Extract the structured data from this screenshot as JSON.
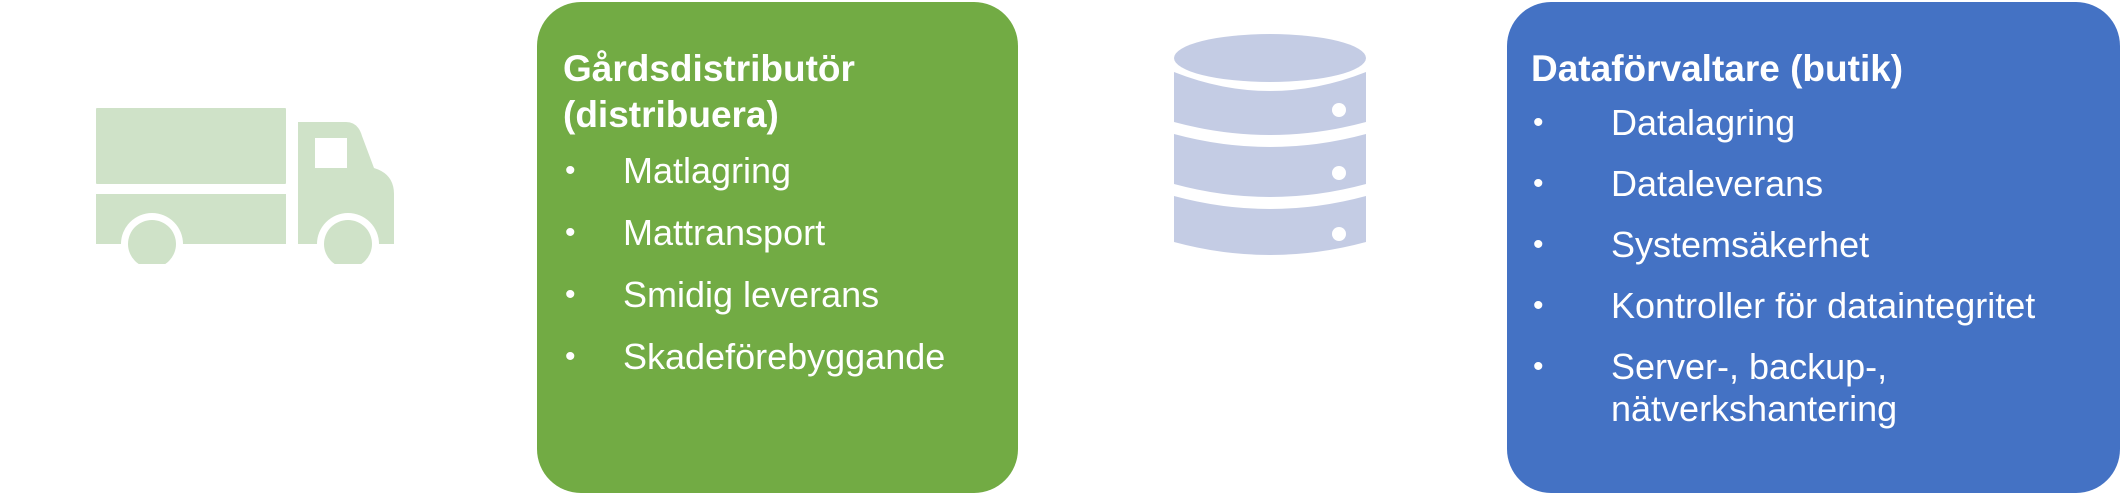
{
  "colors": {
    "green_card": "#72AB44",
    "blue_card": "#4472C4",
    "truck": "#CFE2C8",
    "database": "#C4CCE4",
    "text": "#FFFFFF"
  },
  "icons": {
    "left": "truck-icon",
    "middle": "database-icon"
  },
  "distributor": {
    "title_line1": "Gårdsdistributör",
    "title_line2": "(distribuera)",
    "items": [
      "Matlagring",
      "Mattransport",
      "Smidig leverans",
      "Skadeförebyggande"
    ]
  },
  "data_manager": {
    "title": "Dataförvaltare (butik)",
    "items": [
      "Datalagring",
      "Dataleverans",
      "Systemsäkerhet",
      "Kontroller för dataintegritet"
    ],
    "last_item_line1": "Server-, backup-,",
    "last_item_line2": "nätverkshantering"
  }
}
